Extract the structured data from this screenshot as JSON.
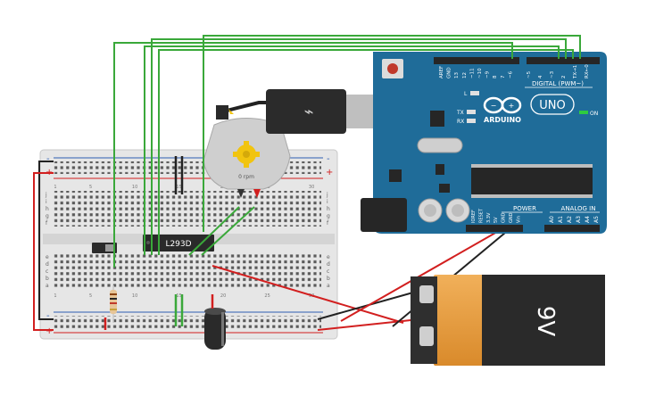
{
  "arduino": {
    "brand": "ARDUINO",
    "model": "UNO",
    "digital_label": "DIGITAL (PWM~)",
    "power_label": "POWER",
    "analog_label": "ANALOG IN",
    "on_label": "ON",
    "led_l": "L",
    "led_tx": "TX",
    "led_rx": "RX",
    "top_pins": [
      "AREF",
      "GND",
      "13",
      "12",
      "~11",
      "~10",
      "~9",
      "8",
      "7",
      "~6",
      "~5",
      "4",
      "~3",
      "2",
      "TX→1",
      "RX←0"
    ],
    "power_pins": [
      "IOREF",
      "RESET",
      "3.3V",
      "5V",
      "GND",
      "GND",
      "Vin"
    ],
    "analog_pins": [
      "A0",
      "A1",
      "A2",
      "A3",
      "A4",
      "A5"
    ]
  },
  "motor": {
    "readout": "0 rpm"
  },
  "chip": {
    "label": "L293D"
  },
  "battery": {
    "label": "9V"
  },
  "breadboard": {
    "row_letters_top": [
      "j",
      "i",
      "h",
      "g",
      "f"
    ],
    "row_letters_bottom": [
      "e",
      "d",
      "c",
      "b",
      "a"
    ],
    "column_numbers": [
      "1",
      "5",
      "10",
      "15",
      "20",
      "25",
      "30"
    ],
    "rail_plus": "+",
    "rail_minus": "-"
  },
  "colors": {
    "board_blue": "#1f6c99",
    "wire_green": "#3aa83a",
    "wire_red": "#d21f1f",
    "wire_black": "#222222",
    "breadboard": "#e8e8e8",
    "battery_orange": "#e79a3e"
  }
}
